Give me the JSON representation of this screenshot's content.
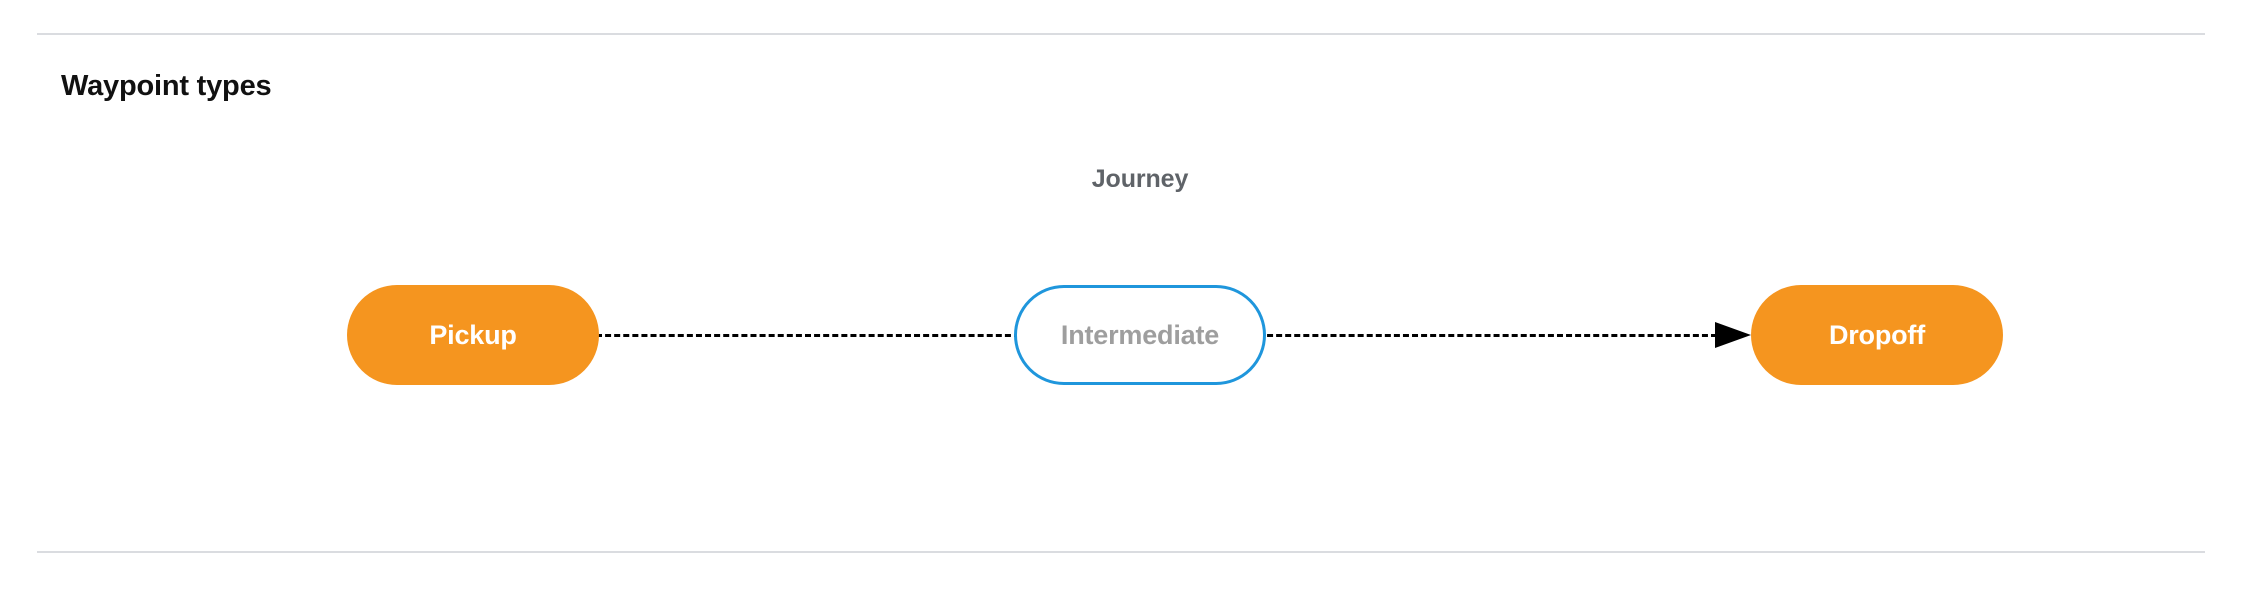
{
  "section": {
    "title": "Waypoint types"
  },
  "diagram": {
    "group_label": "Journey",
    "nodes": [
      {
        "id": "pickup",
        "label": "Pickup",
        "style": "filled",
        "fill": "#f5951f",
        "text_color": "#ffffff"
      },
      {
        "id": "intermediate",
        "label": "Intermediate",
        "style": "outlined",
        "border_color": "#1f96dc",
        "fill": "#ffffff",
        "text_color": "#9e9e9e"
      },
      {
        "id": "dropoff",
        "label": "Dropoff",
        "style": "filled",
        "fill": "#f5951f",
        "text_color": "#ffffff"
      }
    ],
    "connectors": [
      {
        "from": "pickup",
        "to": "intermediate",
        "line": "dashed",
        "color": "#000000",
        "arrowhead": false
      },
      {
        "from": "intermediate",
        "to": "dropoff",
        "line": "dashed",
        "color": "#000000",
        "arrowhead": true
      }
    ]
  },
  "colors": {
    "accent_orange": "#f5951f",
    "accent_blue": "#1f96dc",
    "muted_text": "#9e9e9e",
    "label_text": "#5f6368",
    "divider": "#dadce0"
  }
}
